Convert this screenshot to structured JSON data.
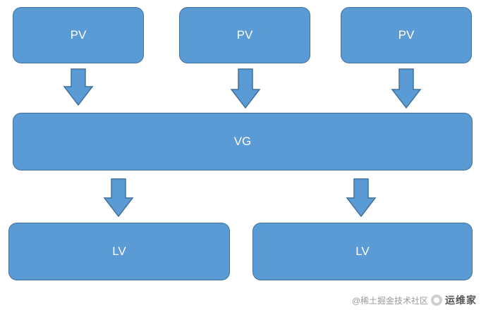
{
  "diagram": {
    "pv_boxes": [
      "PV",
      "PV",
      "PV"
    ],
    "vg_box": "VG",
    "lv_boxes": [
      "LV",
      "LV"
    ]
  },
  "watermark": {
    "handle": "@稀土掘金技术社区",
    "brand": "运维家"
  },
  "colors": {
    "box_fill": "#5b9bd5",
    "box_border": "#41719c",
    "box_text": "#ffffff"
  }
}
